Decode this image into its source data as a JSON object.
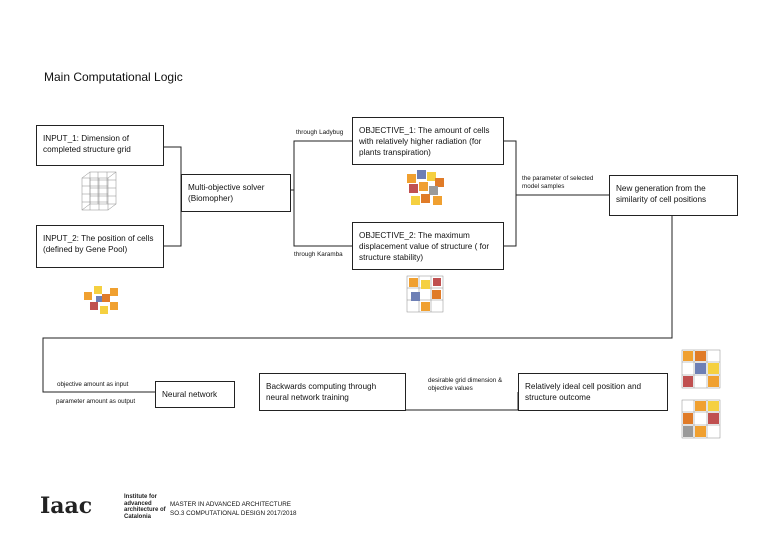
{
  "page": {
    "title": "Main Computational Logic"
  },
  "boxes": {
    "input1": "INPUT_1: Dimension of completed structure grid",
    "input2": "INPUT_2: The position of cells (defined by Gene Pool)",
    "solver": "Multi-objective solver (Biomopher)",
    "objective1": "OBJECTIVE_1: The amount of cells with relatively higher radiation (for plants transpiration)",
    "objective2": "OBJECTIVE_2: The maximum displacement value of structure ( for structure stability)",
    "newgen": "New generation from the similarity of cell positions",
    "neural": "Neural network",
    "backwards": "Backwards computing through neural network training",
    "outcome": "Relatively ideal cell position and structure outcome"
  },
  "labels": {
    "ladybug": "through Ladybug",
    "karamba": "through Karamba",
    "selected_params": "the parameter of selected model samples",
    "obj_input": "objective amount as input",
    "param_output": "parameter amount as output",
    "desirable": "desirable grid dimension & objective values"
  },
  "footer": {
    "logo": "Iaac",
    "institute": "Institute for advanced architecture of Catalonia",
    "program": "MASTER IN ADVANCED ARCHITECTURE",
    "course": "SO.3 COMPUTATIONAL DESIGN 2017/2018"
  },
  "colors": {
    "line": "#222222",
    "orange": "#f0a030",
    "yellow": "#f5d040",
    "grey": "#9a9a9a",
    "red": "#c05050"
  }
}
